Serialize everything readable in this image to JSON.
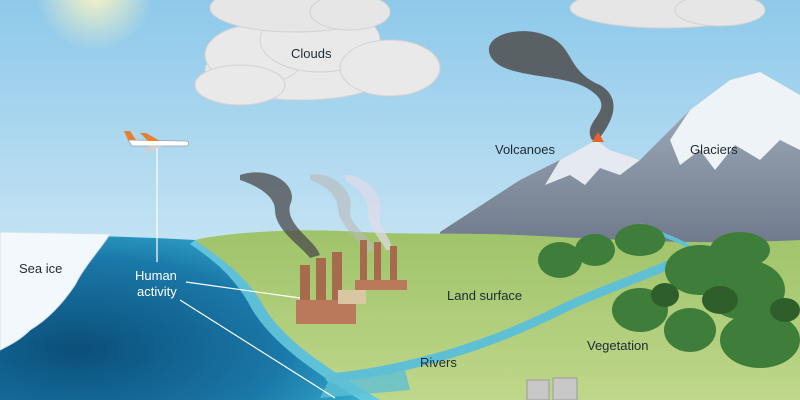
{
  "labels": {
    "clouds": "Clouds",
    "volcanoes": "Volcanoes",
    "glaciers": "Glaciers",
    "sea_ice": "Sea ice",
    "human_activity_line1": "Human",
    "human_activity_line2": "activity",
    "land_surface": "Land surface",
    "rivers": "Rivers",
    "vegetation": "Vegetation"
  },
  "colors": {
    "sky": "#cfe8f5",
    "ocean_deep": "#0f5f8f",
    "ocean_shallow": "#2aa9cf",
    "land": "#a9c76a",
    "river": "#6cc4d6",
    "smoke_dark": "#4a4a4a",
    "mountain": "#8a96a8",
    "snow": "#eef3f7",
    "forest": "#3f7d3a",
    "factory": "#a86a4c",
    "lava": "#e8602a"
  }
}
